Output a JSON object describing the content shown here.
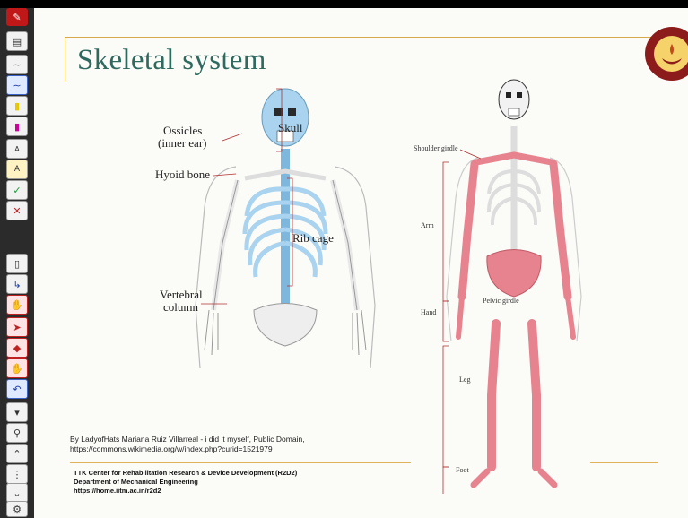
{
  "slide": {
    "title": "Skeletal system",
    "left_labels": {
      "ossicles": "Ossicles",
      "ossicles_sub": "(inner ear)",
      "skull": "Skull",
      "hyoid": "Hyoid bone",
      "rib_cage": "Rib cage",
      "vertebral": "Vertebral",
      "vertebral_sub": "column"
    },
    "right_labels": {
      "shoulder": "Shoulder girdle",
      "arm": "Arm",
      "hand": "Hand",
      "pelvic": "Pelvic girdle",
      "leg": "Leg",
      "foot": "Foot"
    },
    "credit_line1": "By LadyofHats Mariana Ruiz Villarreal - i did it myself, Public Domain,",
    "credit_line2": "https://commons.wikimedia.org/w/index.php?curid=1521979",
    "footer_line1": "TTK Center for Rehabilitation Research & Device Development (R2D2)",
    "footer_line2": "Department of Mechanical Engineering",
    "footer_line3": "https://home.iitm.ac.in/r2d2"
  },
  "toolbar": {
    "items": [
      "save-icon",
      "pen-thin-icon",
      "pen-blue-icon",
      "highlighter-yellow-icon",
      "highlighter-pink-icon",
      "text-small-icon",
      "text-highlight-icon",
      "check-icon",
      "close-icon",
      "page-icon",
      "export-icon",
      "hand-icon",
      "pointer-icon",
      "eraser-icon",
      "hand-red-icon",
      "undo-icon",
      "dropdown-icon",
      "zoom-icon",
      "up-icon",
      "more-icon",
      "down-icon",
      "settings-icon"
    ]
  },
  "colors": {
    "title": "#2f6a5f",
    "accent_line": "#d6a94a",
    "skeleton_blue": "#a9d3ee",
    "skeleton_red": "#e6838e"
  }
}
